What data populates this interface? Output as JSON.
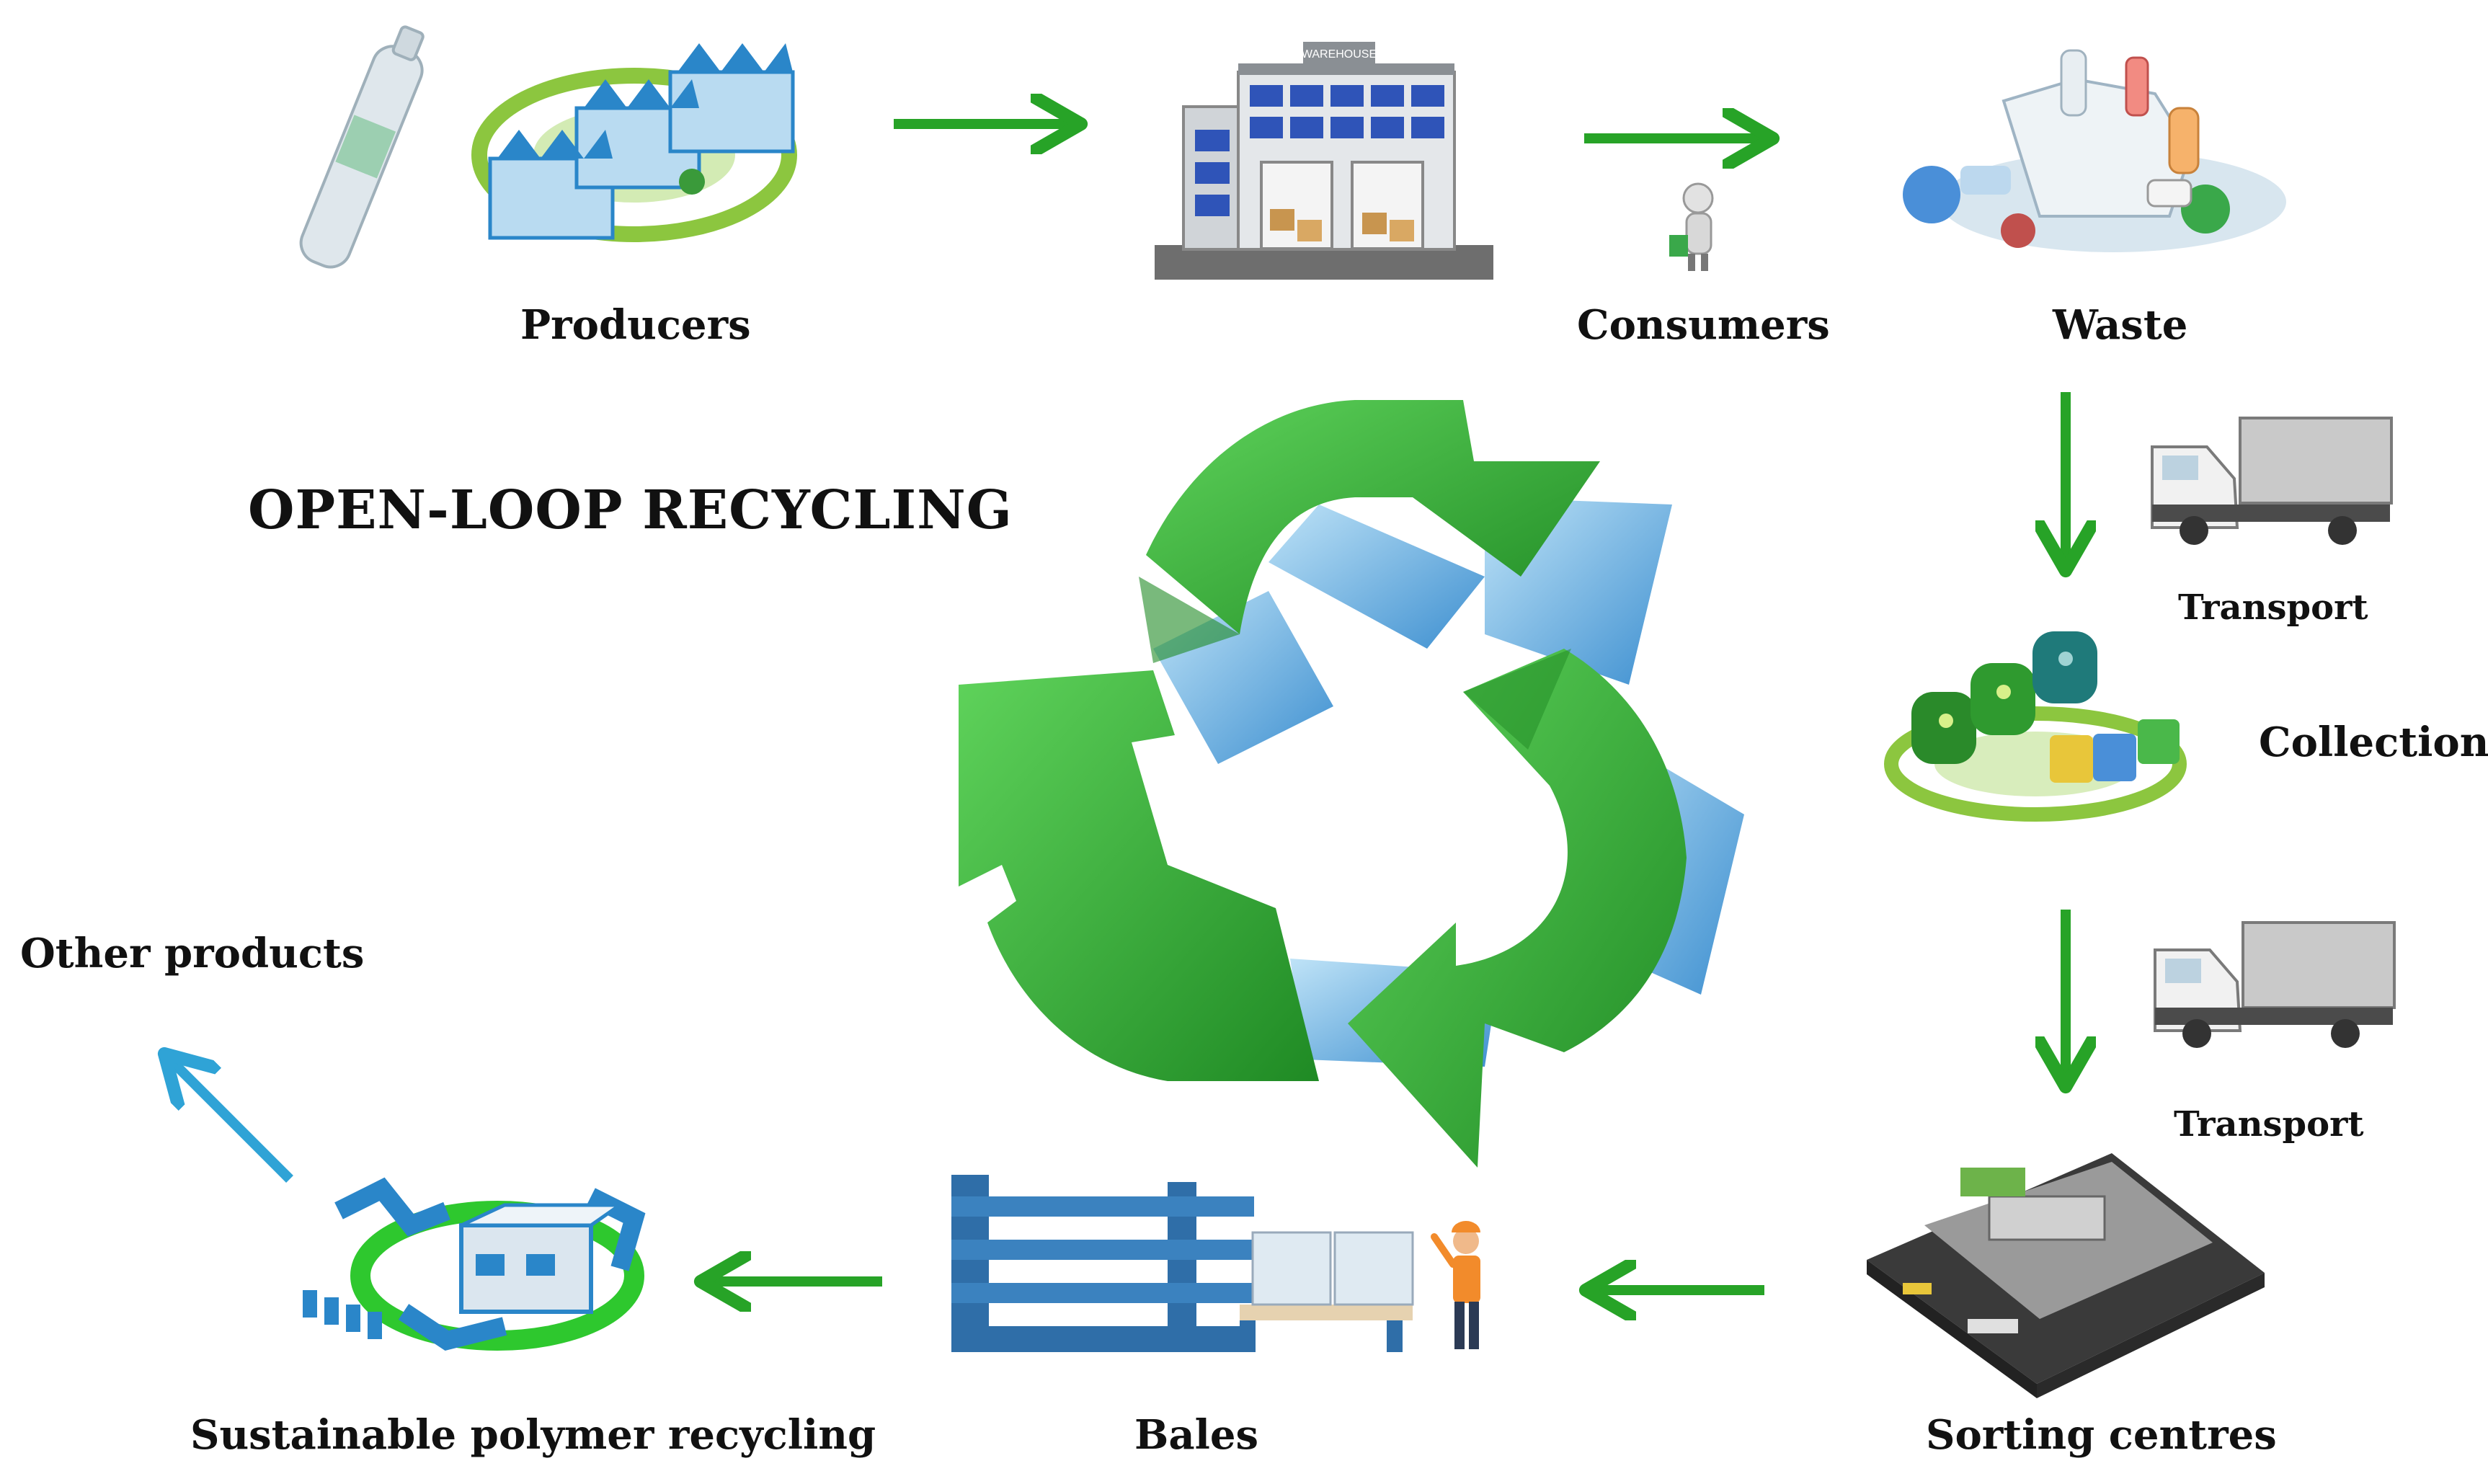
{
  "diagram": {
    "title": "OPEN-LOOP RECYCLING",
    "warehouse_sign": "WAREHOUSE",
    "nodes": [
      {
        "id": "producers",
        "label": "Producers"
      },
      {
        "id": "warehouse",
        "label": ""
      },
      {
        "id": "consumers",
        "label": "Consumers"
      },
      {
        "id": "waste",
        "label": "Waste"
      },
      {
        "id": "transport1",
        "label": "Transport"
      },
      {
        "id": "collection",
        "label": "Collection"
      },
      {
        "id": "transport2",
        "label": "Transport"
      },
      {
        "id": "sorting",
        "label": "Sorting centres"
      },
      {
        "id": "bales",
        "label": "Bales"
      },
      {
        "id": "polymer",
        "label": "Sustainable polymer recycling"
      },
      {
        "id": "other",
        "label": "Other products"
      }
    ],
    "flow": [
      "producers",
      "warehouse",
      "consumers",
      "waste",
      "collection",
      "sorting",
      "bales",
      "polymer",
      "other"
    ],
    "colors": {
      "arrow_green": "#27a327",
      "arrow_blue": "#2fa3d6",
      "recycle_green": "#3cb83c",
      "recycle_dark": "#1f8a24",
      "recycle_blue": "#58aee0",
      "text": "#111111"
    },
    "icons": [
      "bottle-icon",
      "factory-icon",
      "warehouse-icon",
      "shopper-icon",
      "waste-pile-icon",
      "truck-icon",
      "collection-bins-icon",
      "sorting-centre-icon",
      "baling-machine-icon",
      "worker-icon",
      "polymer-plant-icon",
      "recycle-symbol-icon"
    ]
  }
}
